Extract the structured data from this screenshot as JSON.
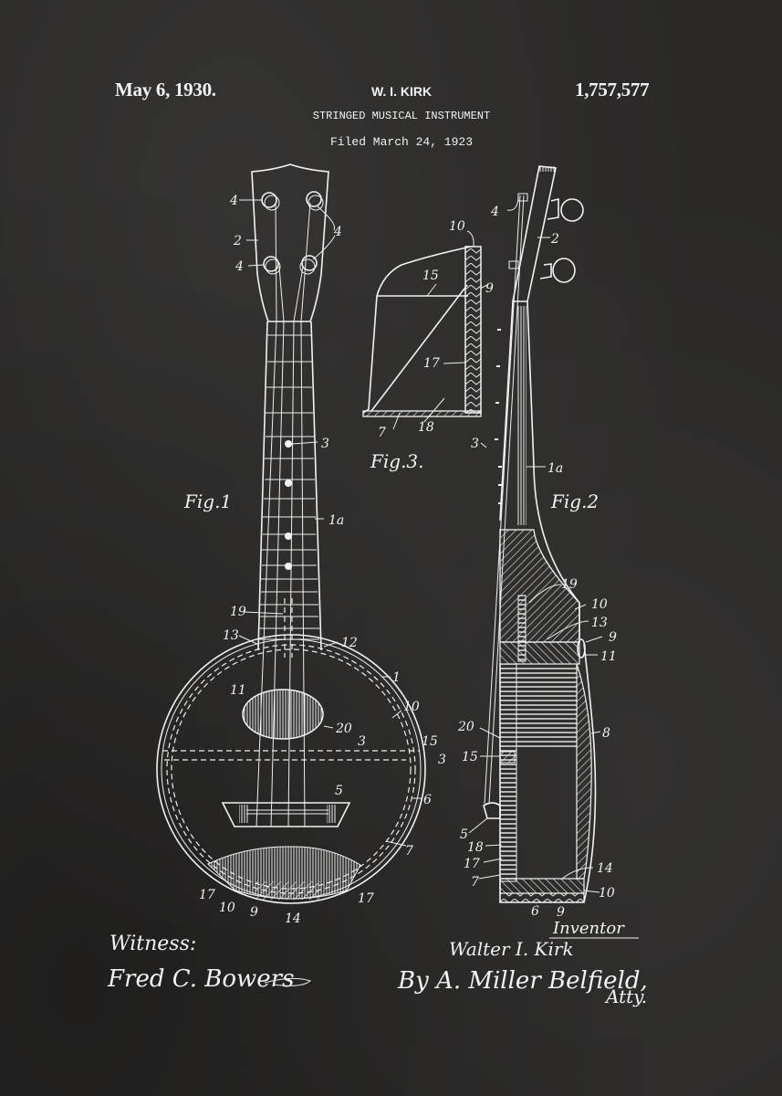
{
  "header": {
    "issue_date": "May 6, 1930.",
    "inventor_short": "W. I. KIRK",
    "patent_number": "1,757,577",
    "title": "STRINGED MUSICAL INSTRUMENT",
    "filed": "Filed March 24, 1923"
  },
  "figures": {
    "fig1": {
      "caption": "Fig.1",
      "labels": {
        "peg_tl": "4",
        "peg_tr": "4",
        "peg_bl": "4",
        "head": "2",
        "dot": "3",
        "neck": "1a",
        "l19": "19",
        "l13": "13",
        "l12": "12",
        "l11": "11",
        "rim": "1",
        "l10": "10",
        "l20": "20",
        "sec3a": "3",
        "sec3b": "3",
        "l15": "15",
        "bridge": "5",
        "l6": "6",
        "l7": "7",
        "l17a": "17",
        "l10b": "10",
        "l9": "9",
        "l14": "14",
        "l17b": "17"
      }
    },
    "fig2": {
      "caption": "Fig.2",
      "labels": {
        "peg": "4",
        "head": "2",
        "string": "3",
        "neck": "1a",
        "l19": "19",
        "l10a": "10",
        "l13": "13",
        "l9": "9",
        "l11": "11",
        "l8": "8",
        "l20": "20",
        "l15": "15",
        "l5": "5",
        "l18": "18",
        "l17": "17",
        "l7": "7",
        "l14": "14",
        "l10b": "10",
        "l6": "6",
        "l9b": "9"
      }
    },
    "fig3": {
      "caption": "Fig.3.",
      "labels": {
        "l10": "10",
        "l15": "15",
        "l9": "9",
        "l17": "17",
        "l7": "7",
        "l18": "18"
      }
    }
  },
  "signatures": {
    "witness_label": "Witness:",
    "witness_name": "Fred C. Bowers",
    "inventor_label": "Inventor",
    "inventor_name": "Walter I. Kirk",
    "attorney": "By A. Miller Belfield,",
    "attorney_suffix": "Atty."
  },
  "colors": {
    "background": "#2a2928",
    "ink": "#f2f2f2"
  }
}
